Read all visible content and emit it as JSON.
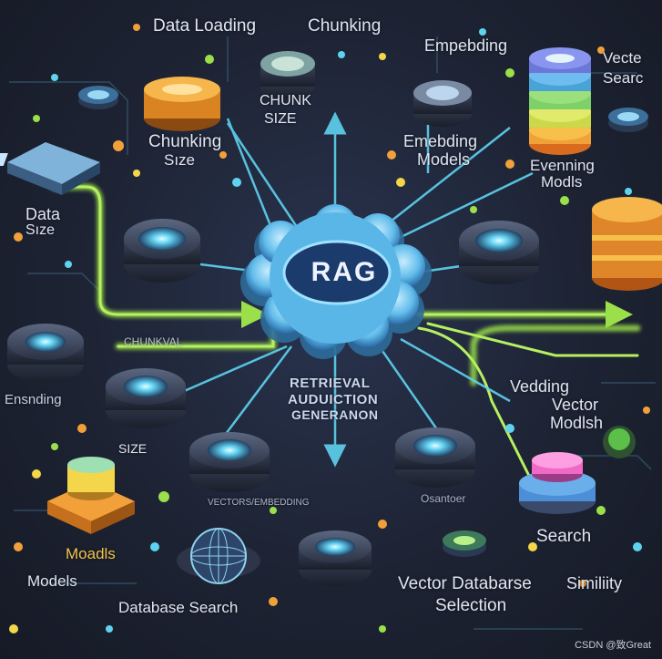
{
  "hub": {
    "title": "RAG"
  },
  "center_text": [
    "RETRIEVAL",
    "AUDUICTION",
    "GENERANON"
  ],
  "labels": {
    "data_loading": "Data Loading",
    "chunking": "Chunking",
    "embedding": "Empebding",
    "vector_search": [
      "Vecte",
      "Searc"
    ],
    "chunk_size": [
      "CHUNK",
      "SIZE"
    ],
    "chunking_size": [
      "Chunking",
      "Sıze"
    ],
    "embedding_models": [
      "Emebding",
      "Models"
    ],
    "evenning_models": [
      "Evenning",
      "Modls"
    ],
    "data_size": [
      "Data",
      "Sıze"
    ],
    "chunkval": "CHUNKVAL",
    "ensnding": "Ensnding",
    "size": "SIZE",
    "vedding_vector": [
      "Vedding",
      "Vector",
      "Modlsh"
    ],
    "moadls": "Moadls",
    "models": "Models",
    "database_search": "Database Search",
    "vector_database_selection": [
      "Vector Databarse",
      "Selection"
    ],
    "similiity": "Similiity",
    "search": "Search",
    "osantoer": "Osantoer",
    "sub_label": "VECTORS/EMBEDDING"
  },
  "watermark": "CSDN @致Great",
  "colors": {
    "background": "#1d2333",
    "hub": "#5fc0ee",
    "green_arrow": "#9be04a",
    "blue_arrow": "#5ed3f0",
    "orange": "#f2a13a",
    "yellow": "#f3d64a",
    "pink": "#ef6ac5"
  }
}
